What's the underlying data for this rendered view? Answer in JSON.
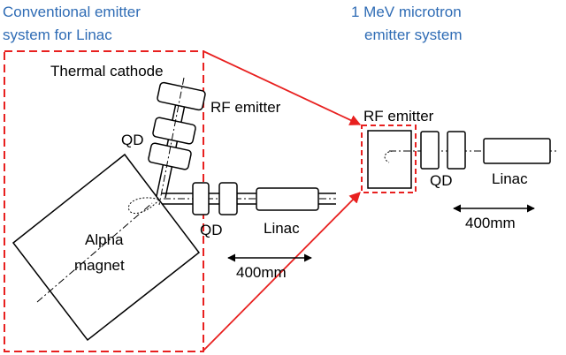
{
  "titles": {
    "conventional_line1": "Conventional emitter",
    "conventional_line2": "system for Linac",
    "microtron_line1": "1 MeV microtron",
    "microtron_line2": "emitter system"
  },
  "labels": {
    "thermal_cathode": "Thermal cathode",
    "rf_emitter_left": "RF emitter",
    "rf_emitter_right": "RF emitter",
    "qd_upper_left": "QD",
    "qd_lower_left": "QD",
    "qd_right": "QD",
    "alpha_line1": "Alpha",
    "alpha_line2": "magnet",
    "linac_left": "Linac",
    "linac_right": "Linac",
    "dim_left": "400mm",
    "dim_right": "400mm"
  },
  "colors": {
    "title_blue": "#2f6cb5",
    "highlight_red": "#e8201f",
    "line": "#000000"
  }
}
